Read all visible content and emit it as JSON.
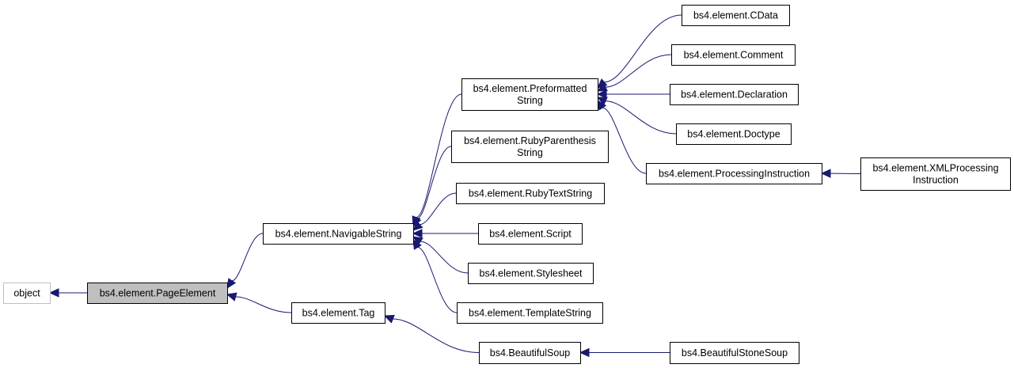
{
  "diagram": {
    "type": "class-inheritance-graph",
    "colors": {
      "edge": "#191970",
      "current_fill": "#bfbfbf",
      "border": "#000000",
      "root_border": "#bfbfbf"
    },
    "nodes": [
      {
        "id": "object",
        "lines": [
          "object"
        ]
      },
      {
        "id": "page-element",
        "lines": [
          "bs4.element.PageElement"
        ]
      },
      {
        "id": "navigable-string",
        "lines": [
          "bs4.element.NavigableString"
        ]
      },
      {
        "id": "tag",
        "lines": [
          "bs4.element.Tag"
        ]
      },
      {
        "id": "preformatted-string",
        "lines": [
          "bs4.element.Preformatted",
          "String"
        ]
      },
      {
        "id": "ruby-parenthesis-string",
        "lines": [
          "bs4.element.RubyParenthesis",
          "String"
        ]
      },
      {
        "id": "ruby-text-string",
        "lines": [
          "bs4.element.RubyTextString"
        ]
      },
      {
        "id": "script",
        "lines": [
          "bs4.element.Script"
        ]
      },
      {
        "id": "stylesheet",
        "lines": [
          "bs4.element.Stylesheet"
        ]
      },
      {
        "id": "template-string",
        "lines": [
          "bs4.element.TemplateString"
        ]
      },
      {
        "id": "beautiful-soup",
        "lines": [
          "bs4.BeautifulSoup"
        ]
      },
      {
        "id": "cdata",
        "lines": [
          "bs4.element.CData"
        ]
      },
      {
        "id": "comment",
        "lines": [
          "bs4.element.Comment"
        ]
      },
      {
        "id": "declaration",
        "lines": [
          "bs4.element.Declaration"
        ]
      },
      {
        "id": "doctype",
        "lines": [
          "bs4.element.Doctype"
        ]
      },
      {
        "id": "processing-instruction",
        "lines": [
          "bs4.element.ProcessingInstruction"
        ]
      },
      {
        "id": "xml-processing-instruction",
        "lines": [
          "bs4.element.XMLProcessing",
          "Instruction"
        ]
      },
      {
        "id": "beautiful-stone-soup",
        "lines": [
          "bs4.BeautifulStoneSoup"
        ]
      }
    ],
    "edges": [
      {
        "parent": "object",
        "child": "page-element"
      },
      {
        "parent": "page-element",
        "child": "navigable-string"
      },
      {
        "parent": "page-element",
        "child": "tag"
      },
      {
        "parent": "navigable-string",
        "child": "preformatted-string"
      },
      {
        "parent": "navigable-string",
        "child": "ruby-parenthesis-string"
      },
      {
        "parent": "navigable-string",
        "child": "ruby-text-string"
      },
      {
        "parent": "navigable-string",
        "child": "script"
      },
      {
        "parent": "navigable-string",
        "child": "stylesheet"
      },
      {
        "parent": "navigable-string",
        "child": "template-string"
      },
      {
        "parent": "tag",
        "child": "beautiful-soup"
      },
      {
        "parent": "preformatted-string",
        "child": "cdata"
      },
      {
        "parent": "preformatted-string",
        "child": "comment"
      },
      {
        "parent": "preformatted-string",
        "child": "declaration"
      },
      {
        "parent": "preformatted-string",
        "child": "doctype"
      },
      {
        "parent": "preformatted-string",
        "child": "processing-instruction"
      },
      {
        "parent": "processing-instruction",
        "child": "xml-processing-instruction"
      },
      {
        "parent": "beautiful-soup",
        "child": "beautiful-stone-soup"
      }
    ]
  }
}
